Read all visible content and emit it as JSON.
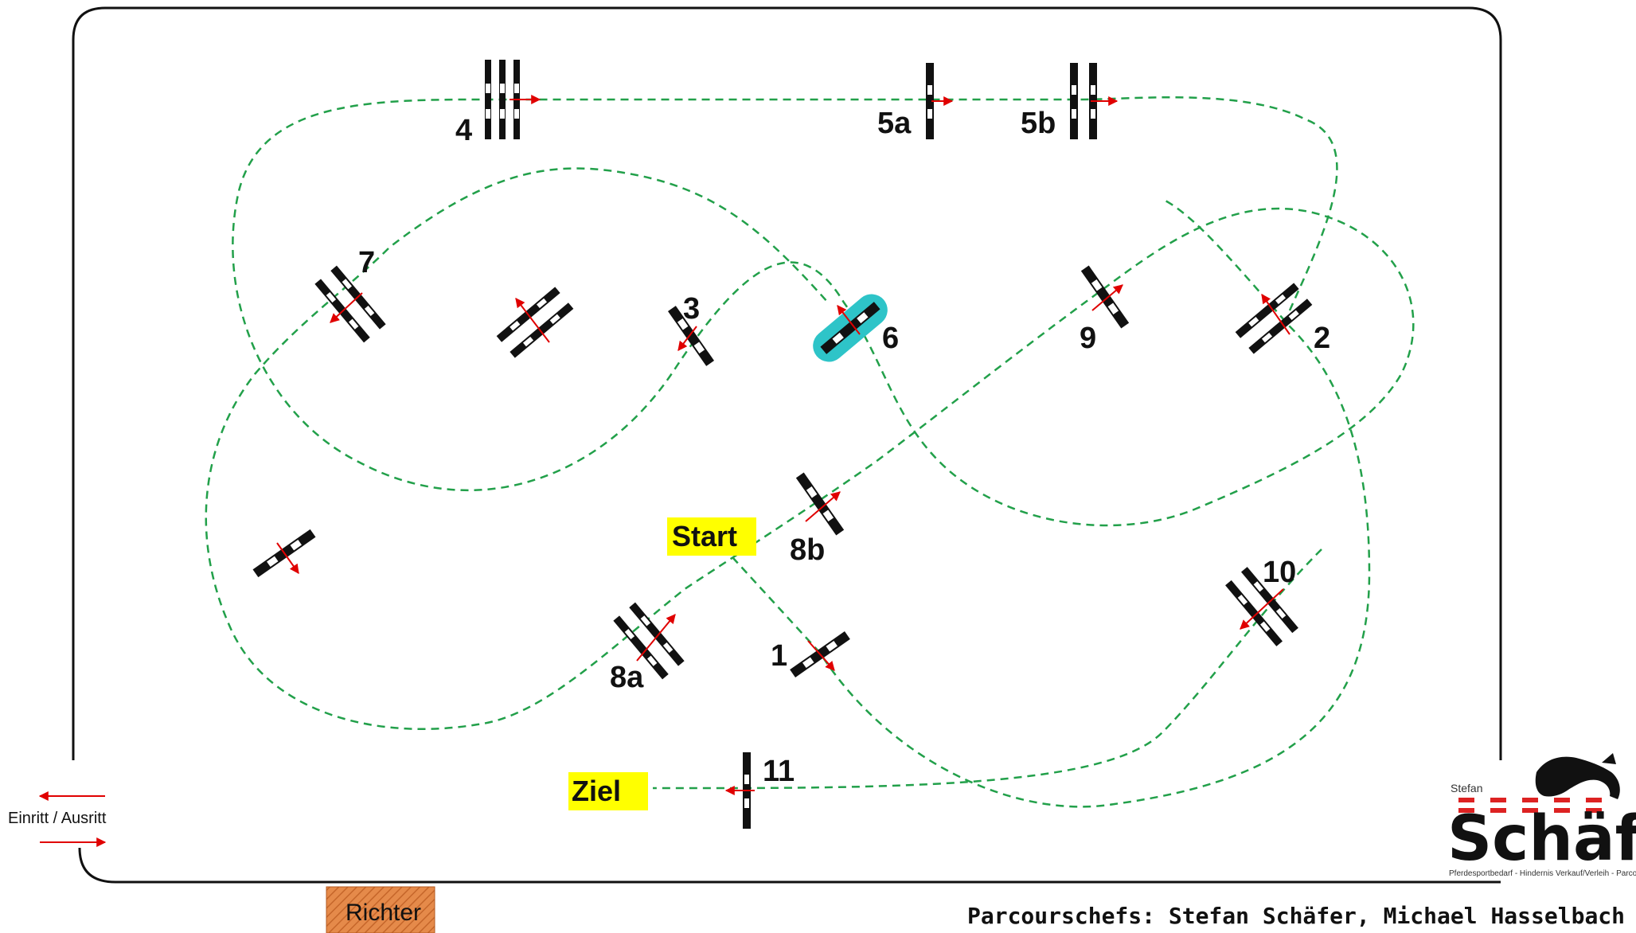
{
  "jumps": [
    {
      "label": "1"
    },
    {
      "label": "2"
    },
    {
      "label": "3"
    },
    {
      "label": "4"
    },
    {
      "label": "5a"
    },
    {
      "label": "5b"
    },
    {
      "label": "6"
    },
    {
      "label": "7"
    },
    {
      "label": "8a"
    },
    {
      "label": "8b"
    },
    {
      "label": "9"
    },
    {
      "label": "10"
    },
    {
      "label": "11"
    }
  ],
  "start_label": "Start",
  "finish_label": "Ziel",
  "entry_label": "Einritt / Ausritt",
  "judge_label": "Richter",
  "credits": "Parcourschefs: Stefan Schäfer, Michael Hasselbach",
  "logo": {
    "first_name": "Stefan",
    "name": "Schäfer",
    "tagline": "Pferdesportbedarf - Hindernis Verkauf/Verleih - Parcoursdesign"
  },
  "colors": {
    "route": "#22a04a",
    "marker": "#ffff00",
    "water": "#2ec4c8",
    "direction_arrow": "#e00000",
    "judge_box": "#e07a3a"
  }
}
